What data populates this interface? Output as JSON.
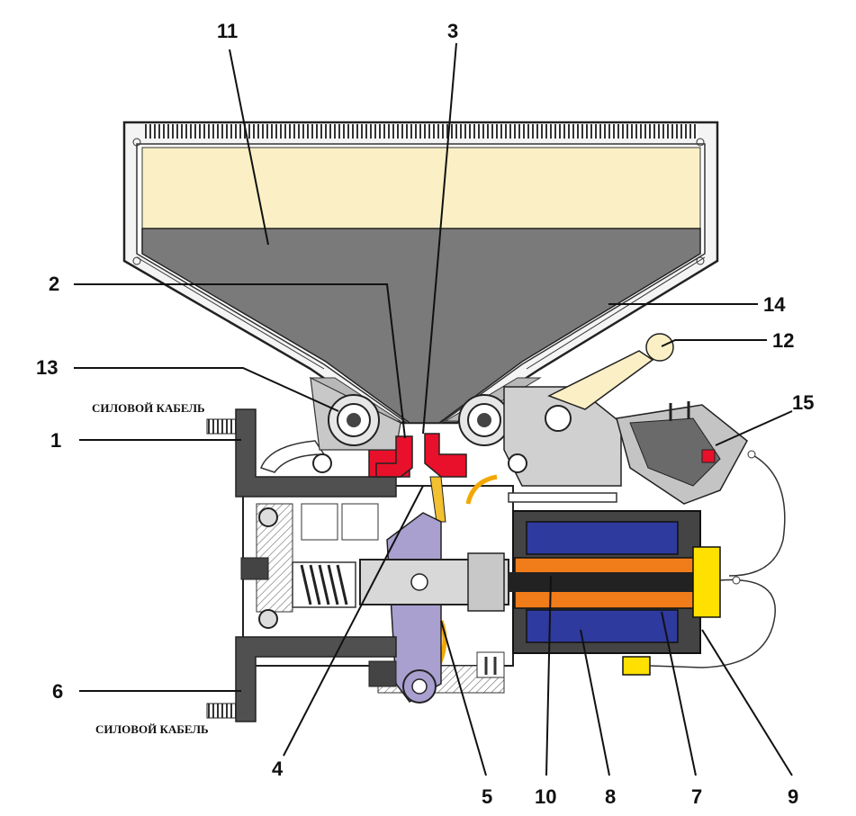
{
  "labels": {
    "l1": "1",
    "l2": "2",
    "l3": "3",
    "l4": "4",
    "l5": "5",
    "l6": "6",
    "l7": "7",
    "l8": "8",
    "l9": "9",
    "l10": "10",
    "l11": "11",
    "l12": "12",
    "l13": "13",
    "l14": "14",
    "l15": "15"
  },
  "captions": {
    "top": "СИЛОВОЙ КАБЕЛЬ",
    "bottom": "СИЛОВОЙ КАБЕЛЬ"
  },
  "colors": {
    "chamber_fill": "#7a7a7a",
    "top_fill": "#fbf0c5",
    "contacts": "#e8102a",
    "coil": "#2e3a9e",
    "core": "#f07c1a",
    "yellow": "#ffe000",
    "link": "#a9a0d0",
    "bus": "#505050"
  }
}
